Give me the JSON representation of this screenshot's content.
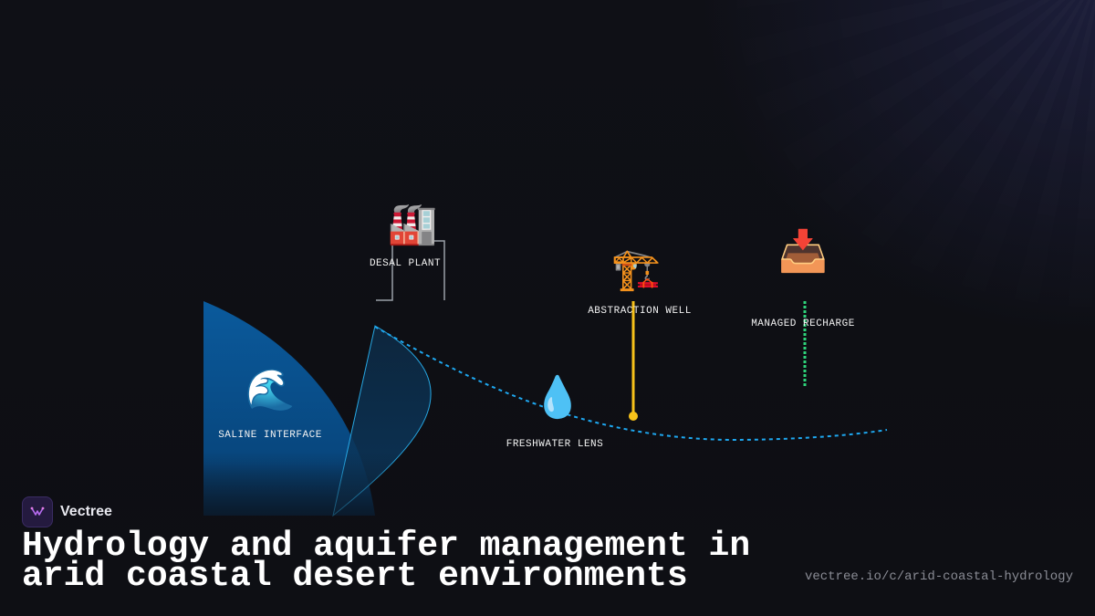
{
  "diagram": {
    "nodes": [
      {
        "id": "desal",
        "icon": "factory-icon",
        "glyph": "🏭",
        "label": "DESAL PLANT"
      },
      {
        "id": "well",
        "icon": "crane-icon",
        "glyph": "🏗️",
        "label": "ABSTRACTION WELL"
      },
      {
        "id": "recharge",
        "icon": "inbox-tray-icon",
        "glyph": "📥",
        "label": "MANAGED RECHARGE"
      },
      {
        "id": "saline",
        "icon": "wave-icon",
        "glyph": "🌊",
        "label": "SALINE INTERFACE"
      },
      {
        "id": "freshwater",
        "icon": "droplet-icon",
        "glyph": "💧",
        "label": "FRESHWATER LENS"
      }
    ],
    "colors": {
      "saline_fill": "#0a4e86",
      "lens_edge": "#29b6f6",
      "well_line": "#f7c21a",
      "recharge_line": "#2ed47a",
      "pipe": "#9aa0a8"
    }
  },
  "footer": {
    "brand_name": "Vectree",
    "title": "Hydrology and aquifer management in arid coastal desert environments",
    "url": "vectree.io/c/arid-coastal-hydrology"
  }
}
